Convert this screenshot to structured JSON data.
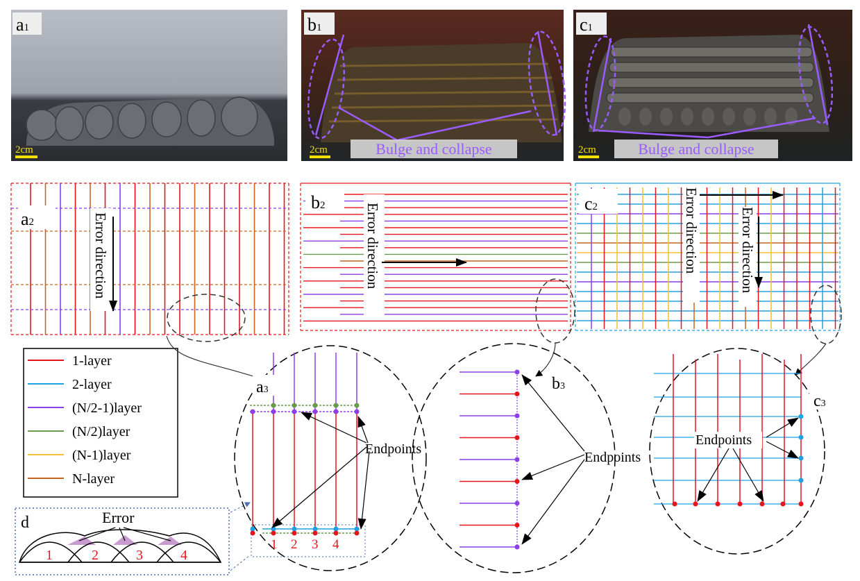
{
  "photos": [
    {
      "id": "a1",
      "letter": "a",
      "sub": "1",
      "scale": "2cm",
      "caption": ""
    },
    {
      "id": "b1",
      "letter": "b",
      "sub": "1",
      "scale": "2cm",
      "caption": "Bulge and collapse"
    },
    {
      "id": "c1",
      "letter": "c",
      "sub": "1",
      "scale": "2cm",
      "caption": "Bulge and collapse"
    }
  ],
  "paths": [
    {
      "id": "a2",
      "letter": "a",
      "sub": "2",
      "arrow_label": "Error direction"
    },
    {
      "id": "b2",
      "letter": "b",
      "sub": "2",
      "arrow_label": "Error direction"
    },
    {
      "id": "c2",
      "letter": "c",
      "sub": "2",
      "arrow_label_h": "Error direction",
      "arrow_label_v": "Error direction"
    }
  ],
  "legend": {
    "items": [
      {
        "label": "1-layer",
        "color": "#e8141c"
      },
      {
        "label": "2-layer",
        "color": "#1ea0e6"
      },
      {
        "label": "(N/2-1)layer",
        "color": "#8a3fe8"
      },
      {
        "label": "(N/2)layer",
        "color": "#6a9a4c"
      },
      {
        "label": "(N-1)layer",
        "color": "#f0c030"
      },
      {
        "label": "N-layer",
        "color": "#c8641e"
      }
    ]
  },
  "zooms": [
    {
      "id": "a3",
      "letter": "a",
      "sub": "3",
      "label": "Endpoints",
      "numbers": [
        "1",
        "2",
        "3",
        "4"
      ]
    },
    {
      "id": "b3",
      "letter": "b",
      "sub": "3",
      "label": "Endpoints"
    },
    {
      "id": "c3",
      "letter": "c",
      "sub": "3",
      "label": "Endpoints"
    }
  ],
  "panel_d": {
    "letter": "d",
    "label": "Error",
    "beads": [
      "1",
      "2",
      "3",
      "4"
    ]
  }
}
